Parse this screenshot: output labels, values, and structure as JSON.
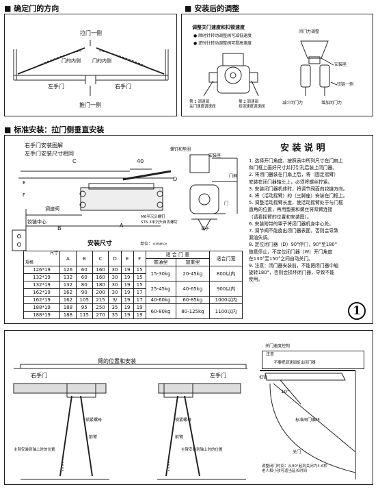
{
  "sec1": {
    "title": "确定门的方向",
    "push_side_top": "拉门一侧",
    "inner_left": "门的内侧",
    "inner_right": "门的内侧",
    "left_door": "左手门",
    "right_door": "右手门",
    "push_side_bottom": "推门一侧"
  },
  "sec2": {
    "title": "安装后的调整",
    "speed_title": "调整关门速度和扣锁速度",
    "cw": "● 顺时针转动调整阀可减低速度",
    "ccw": "● 逆时针转动调整阀可提高速度",
    "valve1": "第 1 调速阀\n关门速度调速阀",
    "valve2": "第 2 调速阀\n扣锁速度调速阀",
    "force_title": "闭门力调整",
    "seat": "安装座",
    "shaft": "铰链一侧",
    "less": "减少闭门力",
    "more": "增加闭门力"
  },
  "sec3": {
    "title": "标准安装：拉门侧垂直安装",
    "right_desc": "右手门安装图解",
    "left_desc": "左手门安装尺寸相同",
    "screw_pad": "螺钉和垫圈",
    "seat": "安装座",
    "frame": "门框",
    "valve": "调速阀",
    "hinge_center": "铰链中心",
    "screw_note1": "M6半沉头螺钉",
    "screw_note2": "ST6.3半沉头自攻螺钉",
    "door": "门",
    "cover": "罩子",
    "dims": [
      "C",
      "40",
      "D",
      "E",
      "F",
      "B",
      "A"
    ]
  },
  "table": {
    "title": "安装尺寸",
    "unit": "单位：<mm>",
    "size_label": "尺寸",
    "spec_label": "规格",
    "cols": [
      "A",
      "B",
      "C",
      "D",
      "E",
      "F"
    ],
    "fit_door": "适 合 门 重",
    "normal": "普通型",
    "heavy": "加重型",
    "width": "适合门宽",
    "rows": [
      [
        "126*19",
        "126",
        "60",
        "160",
        "30",
        "19",
        "15"
      ],
      [
        "132*19",
        "132",
        "60",
        "160",
        "30",
        "19",
        "15"
      ],
      [
        "132*19",
        "132",
        "80",
        "180",
        "30",
        "19",
        "15"
      ],
      [
        "162*19",
        "162",
        "90",
        "200",
        "30",
        "19",
        "17"
      ],
      [
        "162*19",
        "162",
        "105",
        "215",
        "3/",
        "19",
        "17"
      ],
      [
        "188*19",
        "188",
        "95",
        "250",
        "35",
        "19",
        "19"
      ],
      [
        "188*19",
        "188",
        "115",
        "270",
        "35",
        "19",
        "19"
      ]
    ],
    "groups": [
      [
        "15-30kg",
        "20-45kg",
        "800以内"
      ],
      [
        "25-45kg",
        "40-65kg",
        "900以内"
      ],
      [
        "40-60kg",
        "60-85kg",
        "1000以内"
      ],
      [
        "60-80kg",
        "80-125kg",
        "1100以内"
      ]
    ]
  },
  "instructions": {
    "title": "安 装 说 明",
    "lines": [
      "1. 选择开门角度，按照表中所列尺寸在门扇上",
      "   和门框上画好尺寸并打引孔后装上闭门器。",
      "2. 将闭门器装在门扇上后，将（固定摇臂）",
      "   安装在闭门器轴头上，必须将螺丝拧紧。",
      "3. 安装闭门器机体时，将调节阀面向铰链方向。",
      "4. 将（活动摇臂）的（三脚座）安装在门框上。",
      "5. 调整活动摇臂长度，使活动摇臂处于与门框",
      "   直角的位置，再用垫圈和螺丝将双臂连接",
      "   （请看摇臂的位置和安装图）。",
      "6. 安装附带的罩子将闭门器机身中心处。",
      "7. 调节阀不能旋出闭门器表面，否则会导致",
      "   漏油失调。",
      "8. 定位闭门器（D）90°停门，90°至180°",
      "   随意停止，不定位闭门器（W）开门角度",
      "   在130°至150°之间自动关门。",
      "9. 注意：闭门器安装前，不能把闭门器中轴",
      "   旋转180°，否则会损坏闭门器，导致不能",
      "   使用。"
    ],
    "page_number": "1"
  },
  "bottom": {
    "arm_title": "臂的位置和安装",
    "left_door": "右手门",
    "right_door": "左手门",
    "nut": "锁紧螺母",
    "front_arm": "前臂",
    "nut2": "锁紧螺母",
    "front_arm2": "前臂",
    "main_pos1": "主臂安装到轴上时的位置",
    "main_pos2": "主臂安装到轴上时的位置",
    "speed_ctrl": "关门速度控制",
    "notice_title": "注意",
    "notice": "不要把调速阀旋出闭门器",
    "latch": "扣锁",
    "angle": "10°",
    "cycle": "标准闸门循环",
    "close": "关门",
    "adjust_time": "调整闭门时间：从90°起到关闭为4-6秒\n老人和小孩可适当延长时间"
  }
}
